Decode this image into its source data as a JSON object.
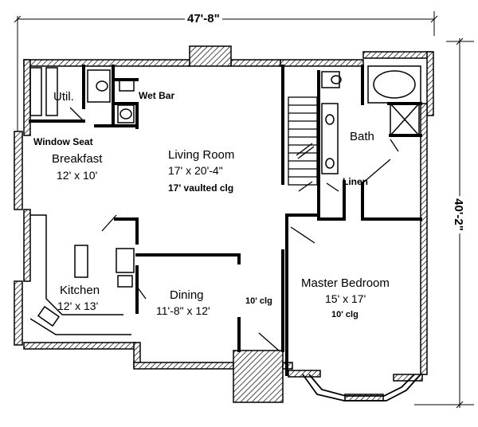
{
  "dimensions": {
    "width_label": "47'-8\"",
    "depth_label": "40'-2\""
  },
  "rooms": {
    "utility": {
      "name": "Util."
    },
    "wet_bar": {
      "name": "Wet Bar"
    },
    "window_seat": {
      "name": "Window Seat"
    },
    "breakfast": {
      "name": "Breakfast",
      "size": "12' x 10'"
    },
    "living": {
      "name": "Living Room",
      "size": "17' x 20'-4\"",
      "note": "17' vaulted clg"
    },
    "bath": {
      "name": "Bath"
    },
    "linen": {
      "name": "Linen"
    },
    "kitchen": {
      "name": "Kitchen",
      "size": "12' x 13'"
    },
    "dining": {
      "name": "Dining",
      "size": "11'-8\" x 12'",
      "note": "10' clg"
    },
    "master": {
      "name": "Master Bedroom",
      "size": "15' x 17'",
      "note": "10' clg"
    }
  }
}
